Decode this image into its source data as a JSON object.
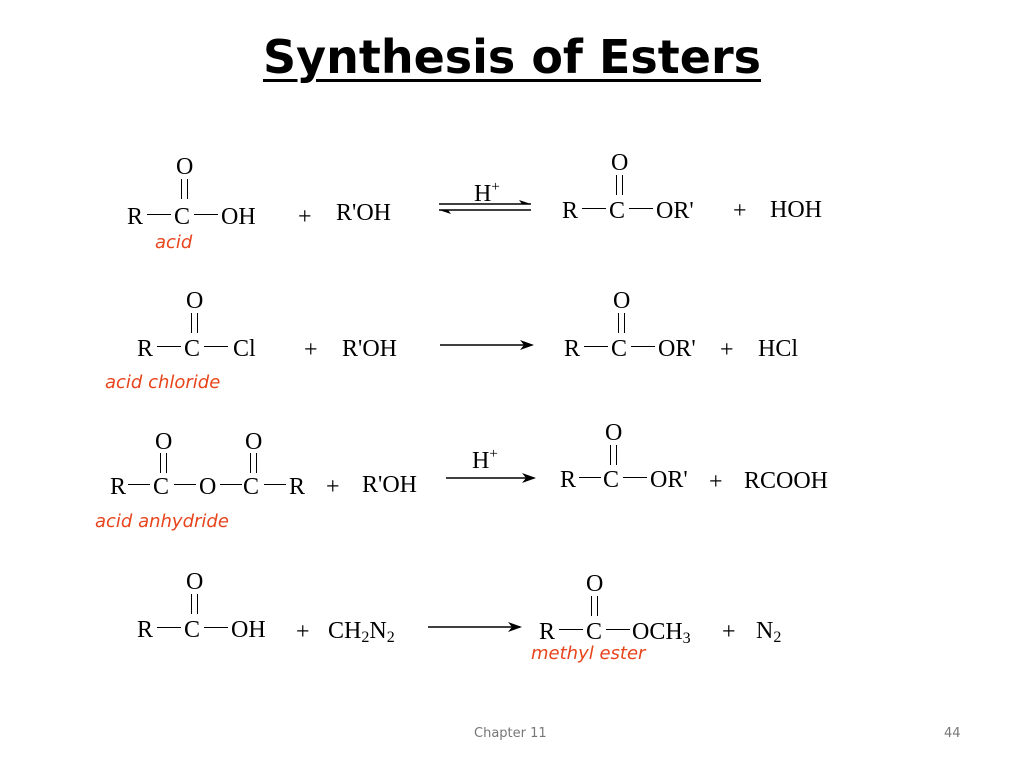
{
  "slide": {
    "title": "Synthesis of Esters",
    "footer_left": "Chapter 11",
    "page_number": "44"
  },
  "atoms": {
    "O": "O",
    "R": "R",
    "C": "C",
    "OH": "OH",
    "Cl": "Cl",
    "ORp": "OR'",
    "plus": "+",
    "H": "H",
    "plus_sup": "+"
  },
  "reactions": [
    {
      "reagent": "R'OH",
      "catalyst": "H+",
      "byproduct": "HOH",
      "reactant_name": "acid"
    },
    {
      "reagent": "R'OH",
      "byproduct": "HCl",
      "reactant_name": "acid chloride"
    },
    {
      "reagent": "R'OH",
      "catalyst": "H+",
      "byproduct": "RCOOH",
      "reactant_name": "acid anhydride"
    },
    {
      "reagent_parts": [
        "CH",
        "2",
        "N",
        "2"
      ],
      "product_tail_parts": [
        "OCH",
        "3"
      ],
      "byproduct_parts": [
        "N",
        "2"
      ],
      "product_name": "methyl ester"
    }
  ]
}
